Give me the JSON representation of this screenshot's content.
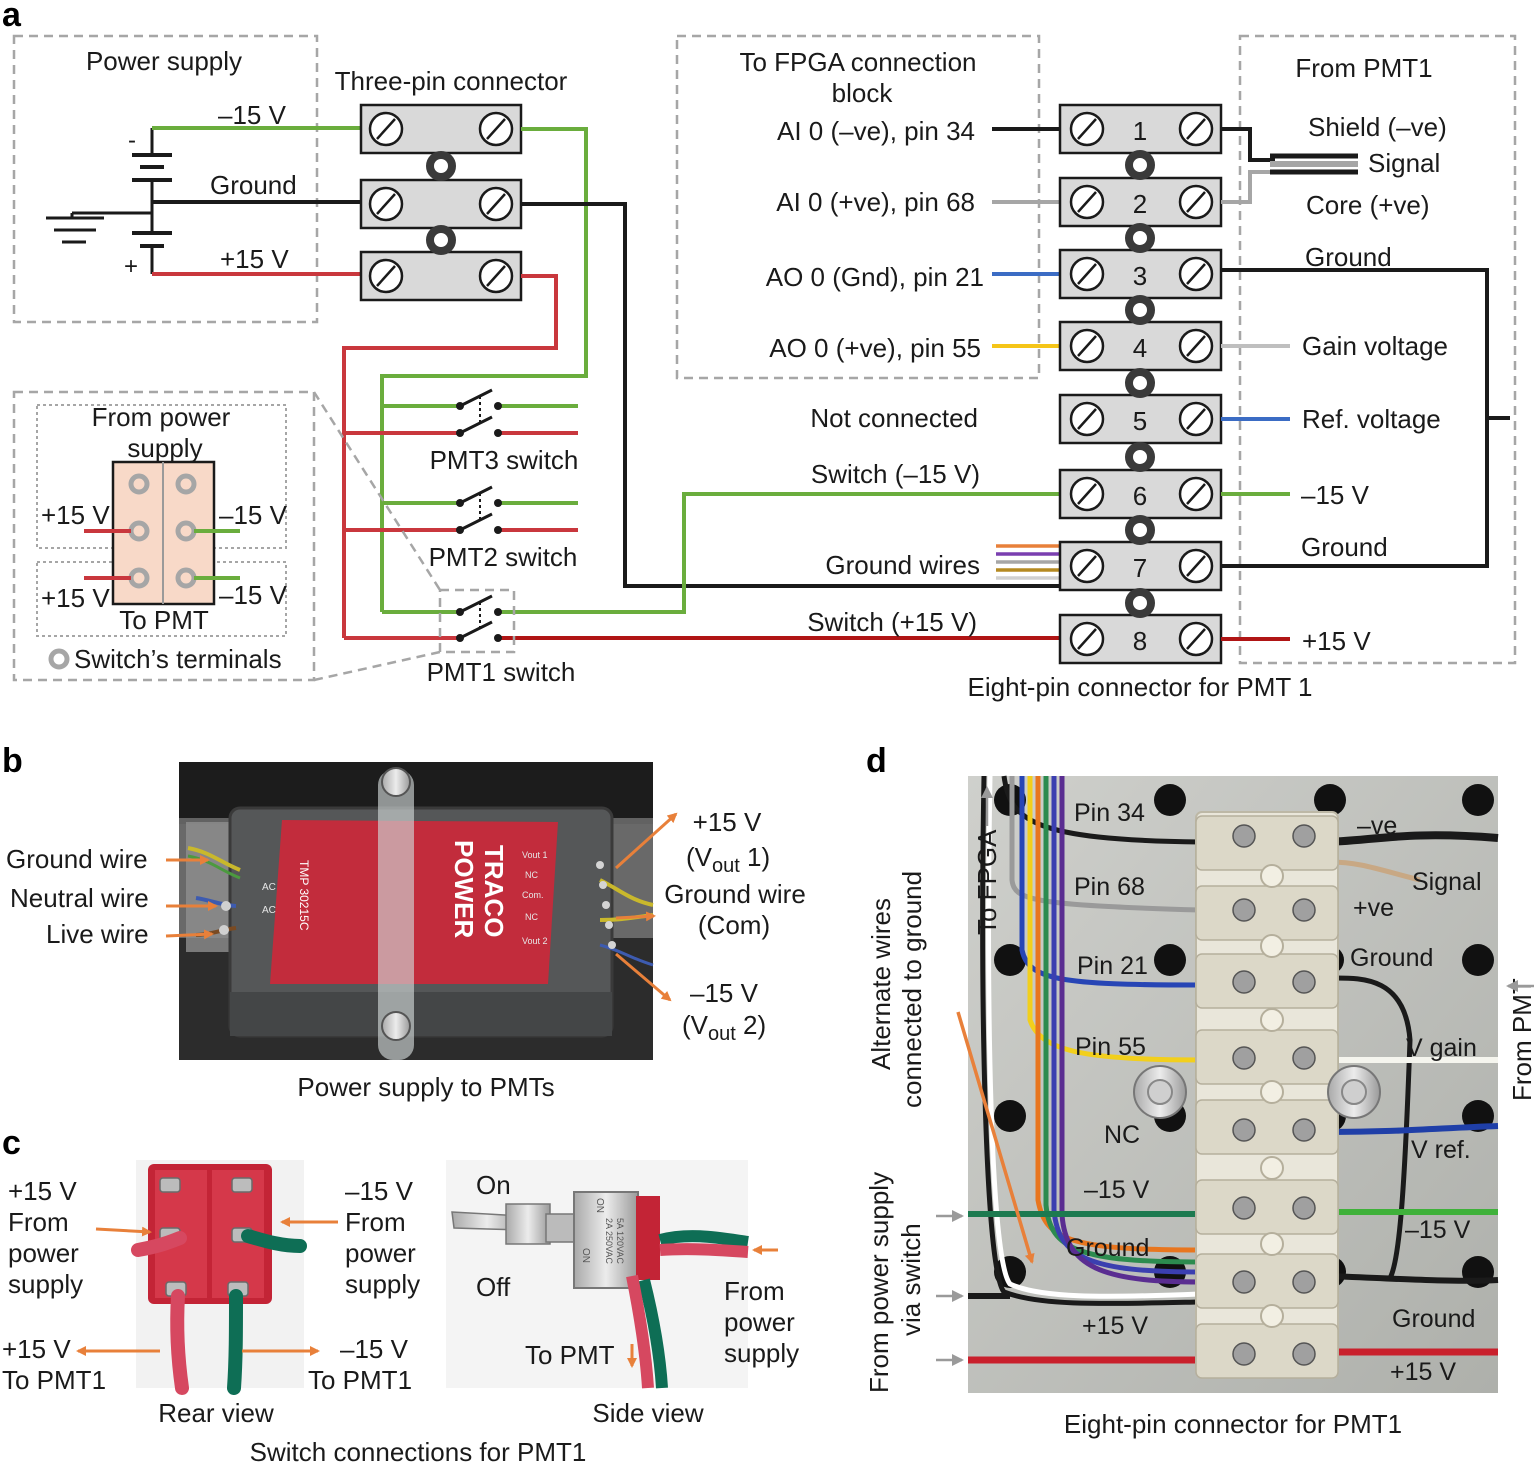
{
  "panels": {
    "a": "a",
    "b": "b",
    "c": "c",
    "d": "d"
  },
  "a": {
    "power_supply": "Power supply",
    "three_pin": "Three-pin connector",
    "minus15": "–15 V",
    "ground": "Ground",
    "plus15": "+15 V",
    "bat_neg": "-",
    "bat_pos": "+",
    "fpga_title_1": "To FPGA connection",
    "fpga_title_2": "block",
    "from_pmt1": "From PMT1",
    "ai0_neg": "AI 0 (–ve), pin 34",
    "ai0_pos": "AI 0 (+ve), pin 68",
    "ao0_gnd": "AO 0 (Gnd), pin 21",
    "ao0_pos": "AO 0 (+ve), pin 55",
    "not_connected": "Not connected",
    "switch_m15": "Switch (–15 V)",
    "ground_wires": "Ground wires",
    "switch_p15": "Switch (+15 V)",
    "pins": [
      "1",
      "2",
      "3",
      "4",
      "5",
      "6",
      "7",
      "8"
    ],
    "shield": "Shield (–ve)",
    "signal": "Signal",
    "core": "Core (+ve)",
    "pmt_ground": "Ground",
    "gain_voltage": "Gain voltage",
    "ref_voltage": "Ref. voltage",
    "pmt_m15": "–15 V",
    "pmt_ground2": "Ground",
    "pmt_p15": "+15 V",
    "pmt3_switch": "PMT3 switch",
    "pmt2_switch": "PMT2 switch",
    "pmt1_switch": "PMT1 switch",
    "eight_pin": "Eight-pin connector for PMT 1",
    "inset": {
      "from_ps_1": "From power",
      "from_ps_2": "supply",
      "p15_top": "+15 V",
      "m15_top": "–15 V",
      "p15_bot": "+15 V",
      "m15_bot": "–15 V",
      "to_pmt": "To PMT",
      "legend": "Switch’s terminals"
    }
  },
  "b": {
    "ground_wire": "Ground wire",
    "neutral_wire": "Neutral wire",
    "live_wire": "Live wire",
    "vout1_a": "+15 V",
    "vout1_b": "(V",
    "vout1_sub": "out",
    "vout1_c": " 1)",
    "com_a": "Ground wire",
    "com_b": "(Com)",
    "vout2_a": "–15 V",
    "vout2_b": "(V",
    "vout2_sub": "out",
    "vout2_c": " 2)",
    "caption": "Power supply to PMTs",
    "brand_1": "TRACO",
    "brand_2": "POWER",
    "model": "TMP 30215C",
    "ac1": "AC",
    "ac2": "AC",
    "vout1_term": "Vout 1",
    "nc1": "NC",
    "com_term": "Com.",
    "nc2": "NC",
    "vout2_term": "Vout 2"
  },
  "c": {
    "rear_p15": [
      "+15 V",
      "From",
      "power",
      "supply"
    ],
    "rear_m15": [
      "–15 V",
      "From",
      "power",
      "supply"
    ],
    "to_pmt1_p": [
      "+15 V",
      "To PMT1"
    ],
    "to_pmt1_m": [
      "–15 V",
      "To PMT1"
    ],
    "rear_view": "Rear view",
    "on": "On",
    "off": "Off",
    "to_pmt": "To PMT",
    "side_from": [
      "From",
      "power",
      "supply"
    ],
    "side_view": "Side view",
    "caption": "Switch connections for PMT1",
    "switch_print_1": "ON",
    "switch_print_2": "2A 250VAC",
    "switch_print_3": "5A 120VAC",
    "switch_print_4": "ON"
  },
  "d": {
    "pin34": "Pin 34",
    "pin68": "Pin 68",
    "pin21": "Pin 21",
    "pin55": "Pin 55",
    "nc": "NC",
    "m15": "–15 V",
    "ground": "Ground",
    "p15": "+15 V",
    "neg": "–ve",
    "signal": "Signal",
    "pos": "+ve",
    "ground_r": "Ground",
    "v_gain": "V gain",
    "v_ref": "V ref.",
    "m15_r": "–15 V",
    "ground_r2": "Ground",
    "p15_r": "+15 V",
    "to_fpga": "To FPGA",
    "alt_1": "Alternate wires",
    "alt_2": "connected to ground",
    "from_ps_1": "From power supply",
    "from_ps_2": "via switch",
    "from_pmt": "From PMT",
    "caption": "Eight-pin connector for PMT1"
  },
  "colors": {
    "green": "#6aad3d",
    "red": "#c9373d",
    "black": "#1a1a1a",
    "grey": "#a6a6a6",
    "blue": "#3b6cc4",
    "yellow": "#f5c518",
    "orange_arrow": "#e8803a",
    "dark_red_wire": "#b01515"
  }
}
